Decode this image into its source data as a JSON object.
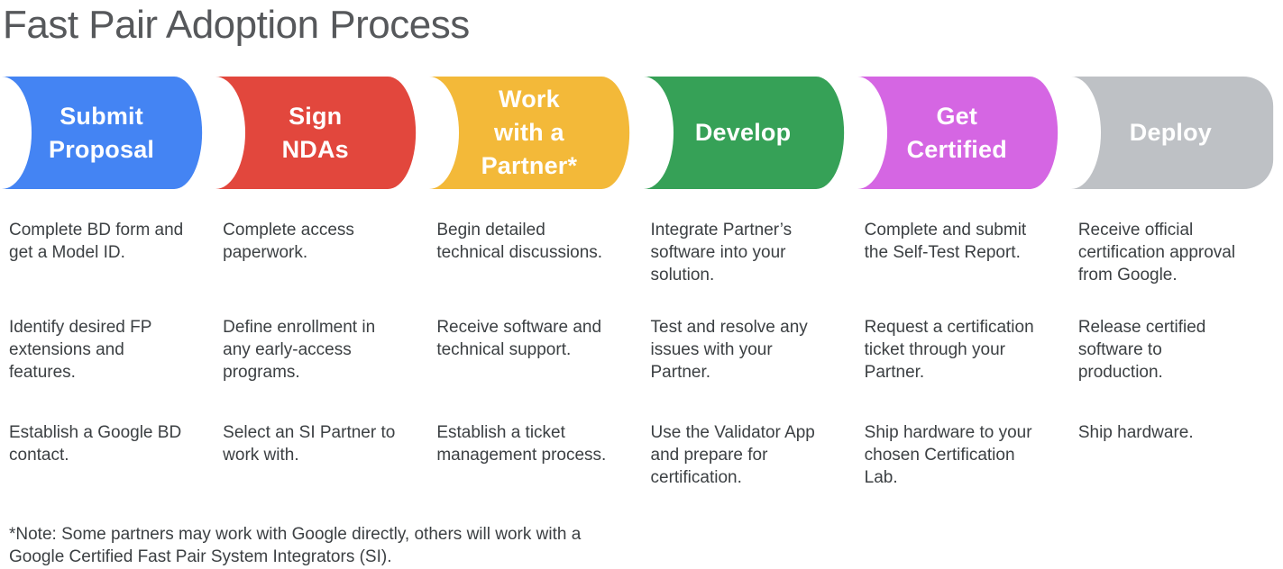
{
  "title": "Fast Pair Adoption Process",
  "footnote_lines": [
    "*Note: Some partners may work with Google directly, others will work with a",
    "Google Certified Fast Pair System Integrators (SI)."
  ],
  "stages": [
    {
      "id": "submit-proposal",
      "label_lines": [
        "Submit",
        "Proposal"
      ],
      "color": "#4484F3",
      "items": [
        [
          "Complete BD form and",
          "get a Model ID."
        ],
        [
          "Identify desired FP",
          "extensions and",
          "features."
        ],
        [
          "Establish a Google BD",
          "contact."
        ]
      ]
    },
    {
      "id": "sign-ndas",
      "label_lines": [
        "Sign",
        "NDAs"
      ],
      "color": "#E2473D",
      "items": [
        [
          "Complete access",
          "paperwork."
        ],
        [
          "Define enrollment in",
          "any early-access",
          "programs."
        ],
        [
          "Select an SI Partner to",
          "work with."
        ]
      ]
    },
    {
      "id": "work-with-partner",
      "label_lines": [
        "Work",
        "with a",
        "Partner*"
      ],
      "color": "#F3B939",
      "items": [
        [
          "Begin detailed",
          "technical discussions."
        ],
        [
          "Receive software and",
          "technical support."
        ],
        [
          "Establish a ticket",
          "management process."
        ]
      ]
    },
    {
      "id": "develop",
      "label_lines": [
        "Develop"
      ],
      "color": "#36A157",
      "items": [
        [
          "Integrate Partner’s",
          "software into your",
          "solution."
        ],
        [
          "Test and resolve any",
          "issues with your",
          "Partner."
        ],
        [
          "Use the Validator App",
          "and prepare for",
          "certification."
        ]
      ]
    },
    {
      "id": "get-certified",
      "label_lines": [
        "Get",
        "Certified"
      ],
      "color": "#D566E3",
      "items": [
        [
          "Complete and submit",
          "the Self-Test Report."
        ],
        [
          "Request a certification",
          "ticket through your",
          "Partner."
        ],
        [
          "Ship hardware to your",
          "chosen Certification",
          "Lab."
        ]
      ]
    },
    {
      "id": "deploy",
      "label_lines": [
        "Deploy"
      ],
      "color": "#BEC1C5",
      "items": [
        [
          "Receive official",
          "certification approval",
          "from Google."
        ],
        [
          "Release certified",
          "software to",
          "production."
        ],
        [
          "Ship hardware."
        ]
      ]
    }
  ]
}
